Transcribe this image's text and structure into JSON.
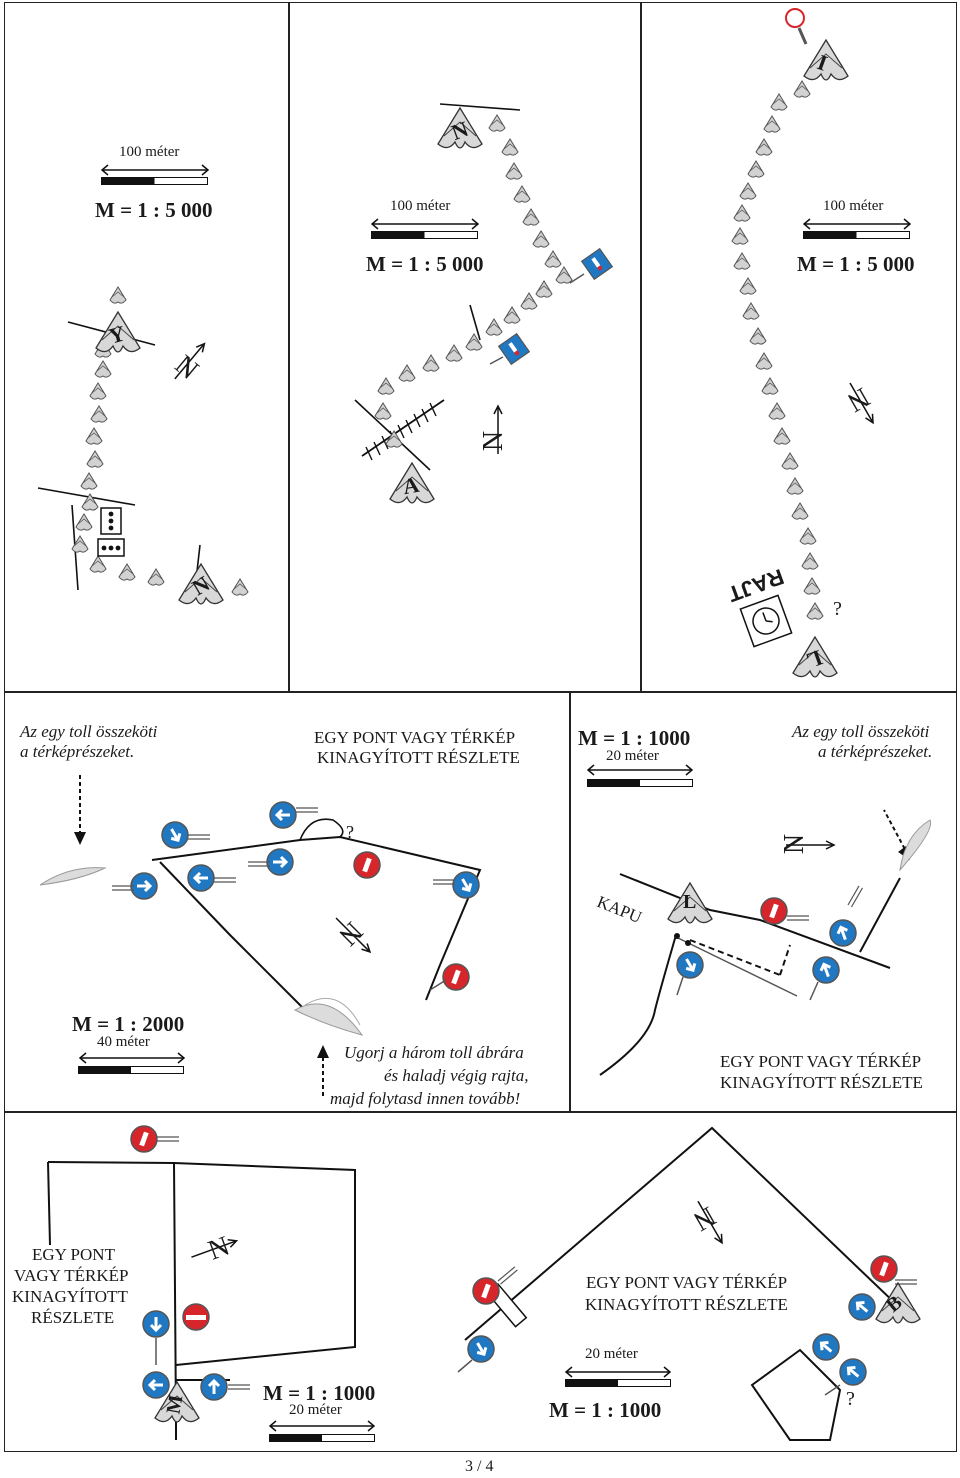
{
  "scale_5000": "M = 1 : 5 000",
  "scale_1000": "M = 1 : 1000",
  "scale_2000": "M = 1 : 2000",
  "dist_100": "100 méter",
  "dist_40": "40 méter",
  "dist_20": "20 méter",
  "north": "N",
  "controls": {
    "y": "Y",
    "n": "N",
    "a": "A",
    "i": "I",
    "l": "L",
    "b": "B",
    "m": "M"
  },
  "unknown": "?",
  "finish_label": "RAJT",
  "gate_label": "KAPU",
  "feather_note_1": "Az egy toll összeköti",
  "feather_note_2": "a térképrészeket.",
  "zoom_1": "EGY PONT VAGY TÉRKÉP",
  "zoom_2": "KINAGYÍTOTT RÉSZLETE",
  "zoom_v1": "EGY PONT",
  "zoom_v2": "VAGY TÉRKÉP",
  "zoom_v3": "KINAGYÍTOTT",
  "zoom_v4": "RÉSZLETE",
  "jump_1": "Ugorj a három toll ábrára",
  "jump_2": "és haladj végig rajta,",
  "jump_3": "majd folytasd innen tovább!",
  "page_number": "3 / 4",
  "colors": {
    "sign_blue": "#1f78c1",
    "sign_red": "#d7262b",
    "track_gray": "#c8c8c8",
    "line": "#111111"
  }
}
